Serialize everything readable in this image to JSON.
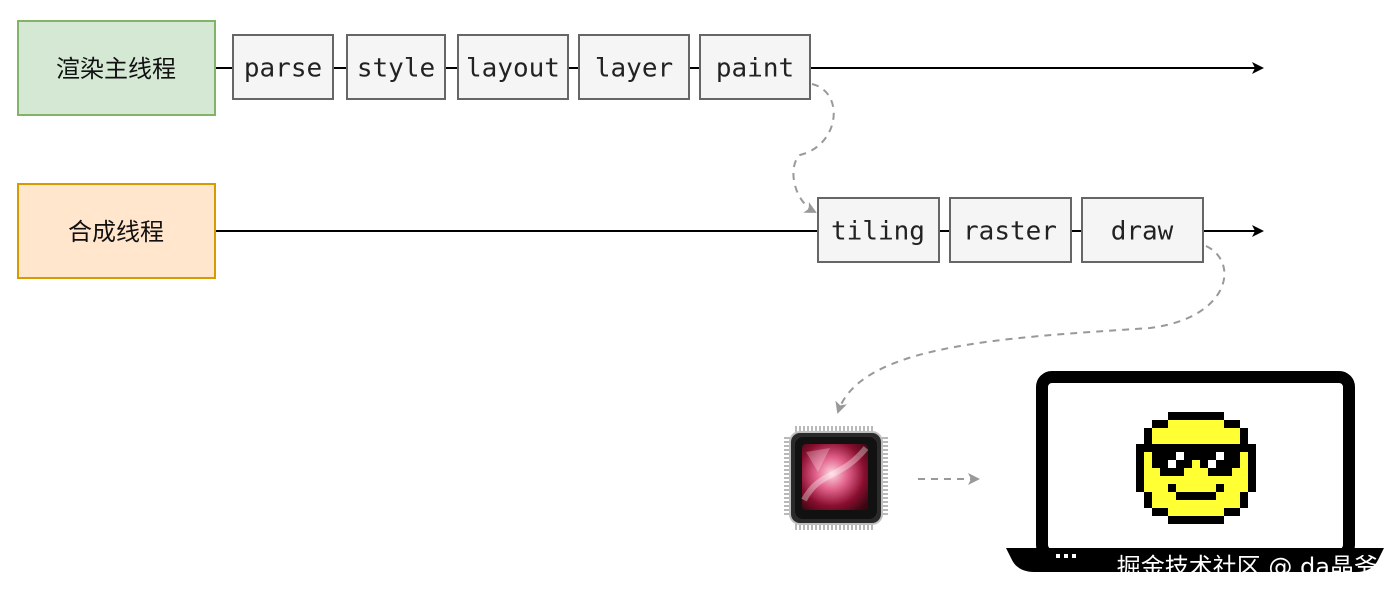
{
  "threads": {
    "main": {
      "label": "渲染主线程",
      "fill": "#d5e8d4",
      "stroke": "#82b366"
    },
    "compositor": {
      "label": "合成线程",
      "fill": "#ffe6cc",
      "stroke": "#d79b00"
    }
  },
  "main_stages": [
    "parse",
    "style",
    "layout",
    "layer",
    "paint"
  ],
  "compositor_stages": [
    "tiling",
    "raster",
    "draw"
  ],
  "stage_colors": {
    "fill": "#f5f5f5",
    "stroke": "#666666"
  },
  "icons": {
    "gpu": "gpu-chip-icon",
    "display": "laptop-smiley-icon"
  },
  "watermark": "掘金技术社区 @ da晶爷"
}
